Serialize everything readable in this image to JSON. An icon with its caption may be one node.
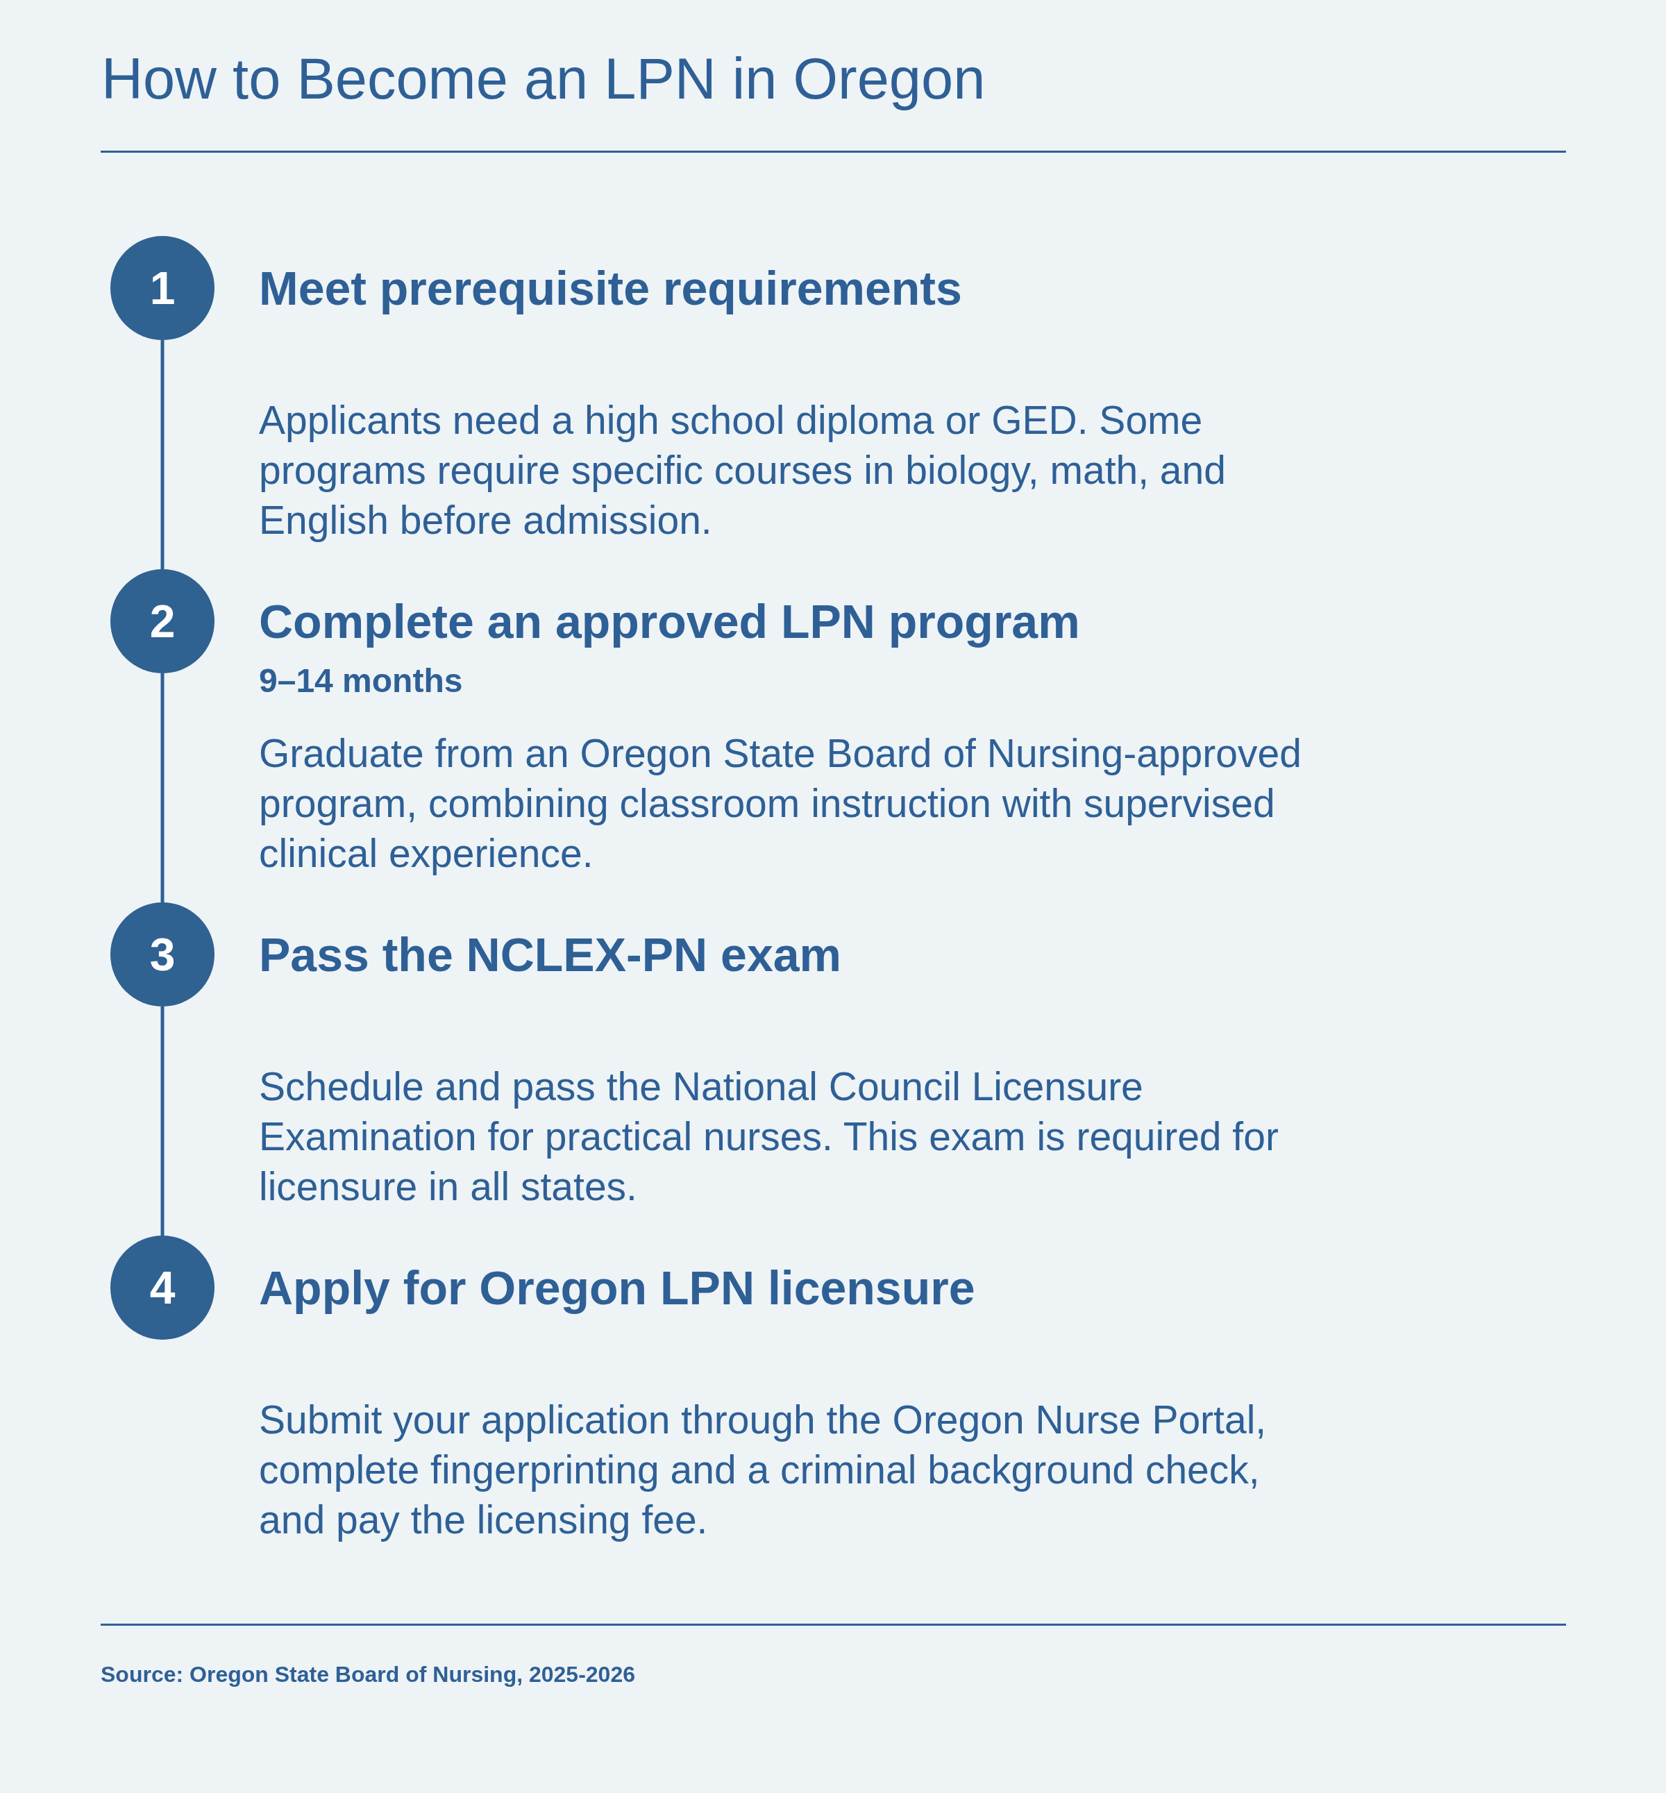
{
  "diagram": {
    "title": "How to Become an LPN in Oregon",
    "nodes": [
      {
        "text": [
          "1"
        ],
        "beside": [
          "Meet prerequisite requirements",
          "Applicants need a high school diploma or GED. Some programs require specific courses in biology, math, and English before admission."
        ]
      },
      {
        "text": [
          "2"
        ],
        "beside": [
          "Complete an approved LPN program",
          "9–14 months",
          "Graduate from an Oregon State Board of Nursing-approved program, combining classroom instruction with supervised clinical experience."
        ]
      },
      {
        "text": [
          "3"
        ],
        "beside": [
          "Pass the NCLEX-PN exam",
          "Schedule and pass the National Council Licensure Examination for practical nurses. This exam is required for licensure in all states."
        ]
      },
      {
        "text": [
          "4"
        ],
        "beside": [
          "Apply for Oregon LPN licensure",
          "Submit your application through the Oregon Nurse Portal, complete fingerprinting and a criminal background check, and pay the licensing fee."
        ]
      }
    ],
    "edges": [
      {
        "from": 0,
        "to": 1,
        "arrow": "none"
      },
      {
        "from": 1,
        "to": 2,
        "arrow": "none"
      },
      {
        "from": 2,
        "to": 3,
        "arrow": "none"
      }
    ],
    "labels": [
      "Source: Oregon State Board of Nursing, 2025-2026"
    ]
  }
}
